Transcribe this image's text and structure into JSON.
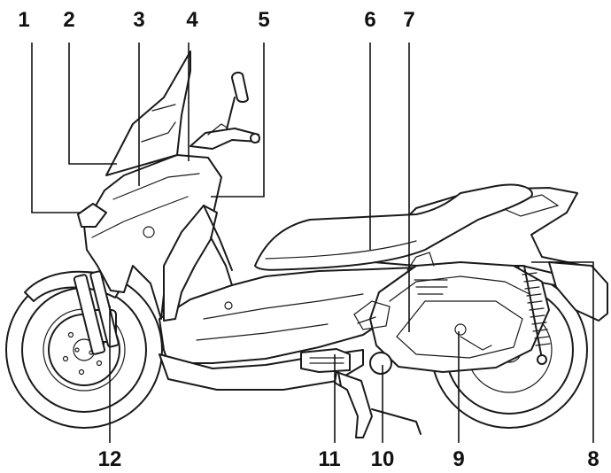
{
  "callouts": [
    {
      "id": 1,
      "label": "1"
    },
    {
      "id": 2,
      "label": "2"
    },
    {
      "id": 3,
      "label": "3"
    },
    {
      "id": 4,
      "label": "4"
    },
    {
      "id": 5,
      "label": "5"
    },
    {
      "id": 6,
      "label": "6"
    },
    {
      "id": 7,
      "label": "7"
    },
    {
      "id": 8,
      "label": "8"
    },
    {
      "id": 9,
      "label": "9"
    },
    {
      "id": 10,
      "label": "10"
    },
    {
      "id": 11,
      "label": "11"
    },
    {
      "id": 12,
      "label": "12"
    }
  ]
}
